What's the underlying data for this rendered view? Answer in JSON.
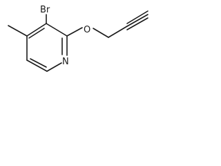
{
  "molecule": {
    "atoms": {
      "bromine": "Br",
      "oxygen": "O",
      "nitrogen": "N"
    }
  }
}
